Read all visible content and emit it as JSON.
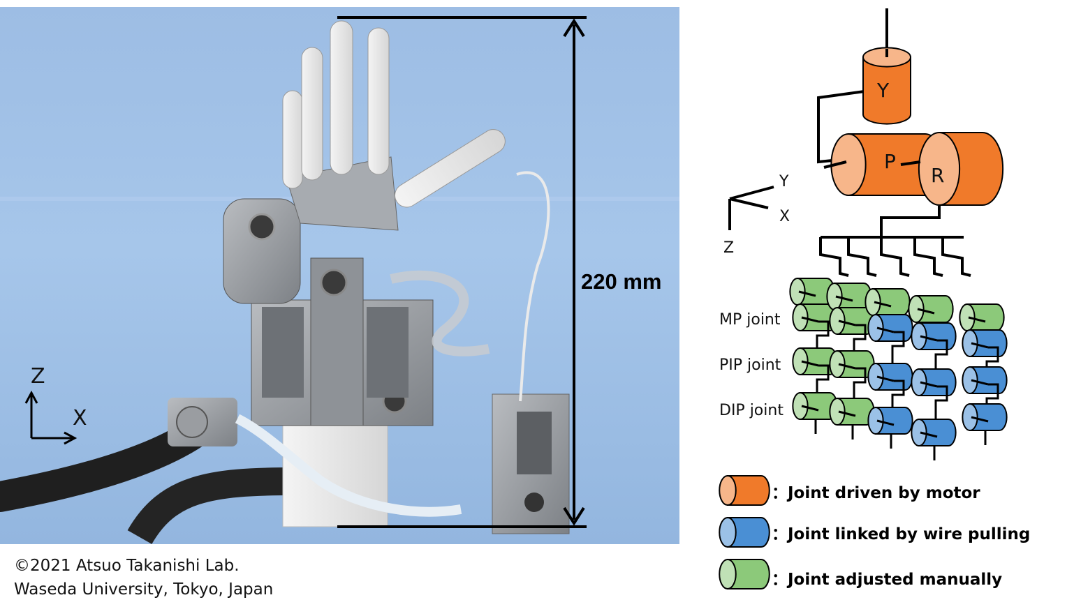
{
  "photo": {
    "dimension_label": "220 mm",
    "axes": {
      "vertical": "Z",
      "horizontal": "X"
    }
  },
  "credit": {
    "line1": "©2021 Atsuo Takanishi Lab.",
    "line2": "Waseda University, Tokyo, Japan"
  },
  "schematic": {
    "motor_labels": {
      "yaw": "Y",
      "pitch": "P",
      "roll": "R"
    },
    "axes": {
      "y": "Y",
      "x": "X",
      "z": "Z"
    },
    "joint_rows": [
      "MP joint",
      "PIP joint",
      "DIP joint"
    ]
  },
  "legend": [
    {
      "text": "：Joint driven by motor",
      "color": "#f07a2a"
    },
    {
      "text": "：Joint linked by wire pulling",
      "color": "#4a8fd4"
    },
    {
      "text": "：Joint adjusted manually",
      "color": "#8cc97a"
    }
  ],
  "colors": {
    "motor": "#f07a2a",
    "wire": "#4a8fd4",
    "manual": "#8cc97a",
    "photo_bg": "#9fc0e6"
  }
}
